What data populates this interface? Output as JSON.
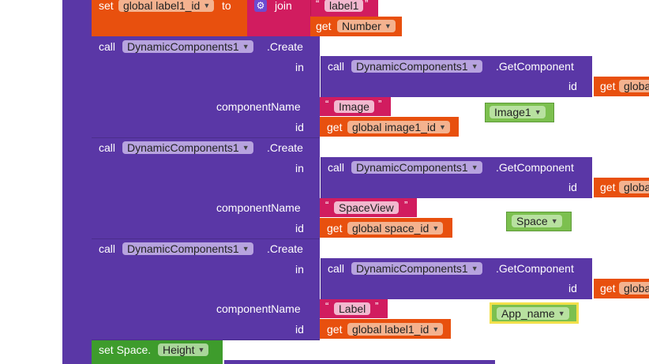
{
  "keywords": {
    "set": "set",
    "to": "to",
    "join": "join",
    "get": "get",
    "call": "call",
    "create": ".Create",
    "get_component": ".GetComponent",
    "in": "in",
    "id": "id",
    "component_name": "componentName",
    "quote_open": "“",
    "quote_close": "”",
    "set_space": "set Space."
  },
  "top_block": {
    "var_dropdown": "global label1_id",
    "join_string": "label1",
    "get_dropdown": "Number"
  },
  "create_blocks": [
    {
      "component_dropdown": "DynamicComponents1",
      "getcomp_dropdown": "DynamicComponents1",
      "id_get_dropdown": "globa",
      "component_name": "Image",
      "id_dropdown": "global image1_id",
      "floating_component": "Image1"
    },
    {
      "component_dropdown": "DynamicComponents1",
      "getcomp_dropdown": "DynamicComponents1",
      "id_get_dropdown": "globa",
      "component_name": "SpaceView",
      "id_dropdown": "global space_id",
      "floating_component": "Space"
    },
    {
      "component_dropdown": "DynamicComponents1",
      "getcomp_dropdown": "DynamicComponents1",
      "id_get_dropdown": "globa",
      "component_name": "Label",
      "id_dropdown": "global label1_id",
      "floating_component": "App_name"
    }
  ],
  "bottom_block": {
    "property_dropdown": "Height"
  },
  "icons": {
    "dropdown": "chevron-down-icon",
    "mutator": "gear-icon"
  },
  "colors": {
    "purple": "#5a37a6",
    "orange": "#e8500e",
    "magenta": "#d11c5f",
    "green": "#3e9c2c",
    "lime": "#7cc04f",
    "selected_outline": "#f2e04b"
  }
}
